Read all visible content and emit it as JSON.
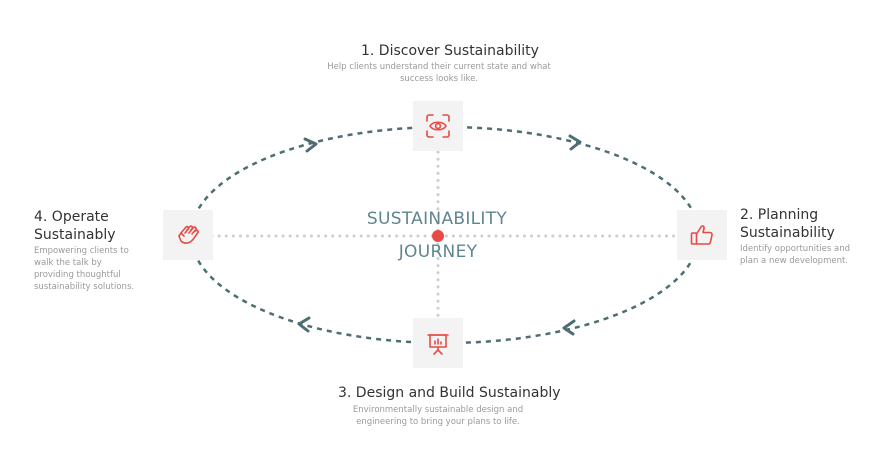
{
  "colors": {
    "loop": "#4d6e72",
    "dots": "#cfcfcf",
    "accent": "#e84b45",
    "center_text": "#5f8690",
    "box_bg": "#f3f3f3"
  },
  "center": {
    "line1": "SUSTAINABILITY",
    "line2": "JOURNEY"
  },
  "steps": [
    {
      "title": "1. Discover Sustainability",
      "description": "Help clients understand their current state and what success looks like.",
      "icon": "eye-scan-icon"
    },
    {
      "title": "2. Planning Sustainability",
      "description": "Identify opportunities and plan a new development.",
      "icon": "thumbs-up-icon"
    },
    {
      "title": "3. Design and Build Sustainably",
      "description": "Environmentally sustainable design and engineering to bring your plans to life.",
      "icon": "presentation-board-icon"
    },
    {
      "title": "4. Operate Sustainably",
      "description": "Empowering clients to walk the talk by providing thoughtful sustainability solutions.",
      "icon": "hand-icon"
    }
  ]
}
